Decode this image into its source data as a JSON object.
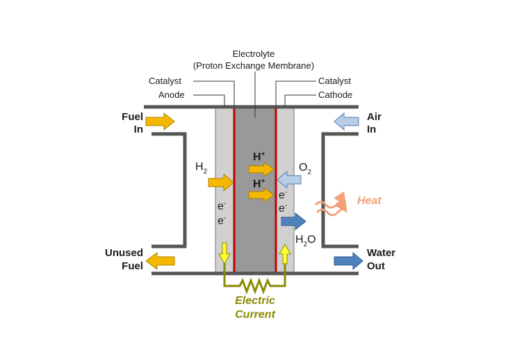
{
  "labels": {
    "electrolyte_line1": "Electrolyte",
    "electrolyte_line2": "(Proton Exchange Membrane)",
    "catalyst_left": "Catalyst",
    "anode": "Anode",
    "catalyst_right": "Catalyst",
    "cathode": "Cathode",
    "fuel_in_1": "Fuel",
    "fuel_in_2": "In",
    "air_in_1": "Air",
    "air_in_2": "In",
    "unused_fuel_1": "Unused",
    "unused_fuel_2": "Fuel",
    "water_out_1": "Water",
    "water_out_2": "Out",
    "h2_base": "H",
    "h2_sub": "2",
    "o2_base": "O",
    "o2_sub": "2",
    "hplus_base": "H",
    "hplus_sup": "+",
    "e_base": "e",
    "e_sup": "-",
    "h2o_base": "H",
    "h2o_sub": "2",
    "h2o_tail": "O",
    "heat": "Heat",
    "electric_1": "Electric",
    "electric_2": "Current"
  },
  "colors": {
    "frame": "#555555",
    "anode_fill": "#d0d0d0",
    "membrane_fill": "#999999",
    "catalyst_line": "#c00000",
    "fuel_arrow": "#f5b800",
    "air_arrow": "#b8cce4",
    "water_arrow": "#4f81bd",
    "heat": "#f4a07a",
    "current": "#8a8a00",
    "current_arrow": "#ffff33"
  }
}
